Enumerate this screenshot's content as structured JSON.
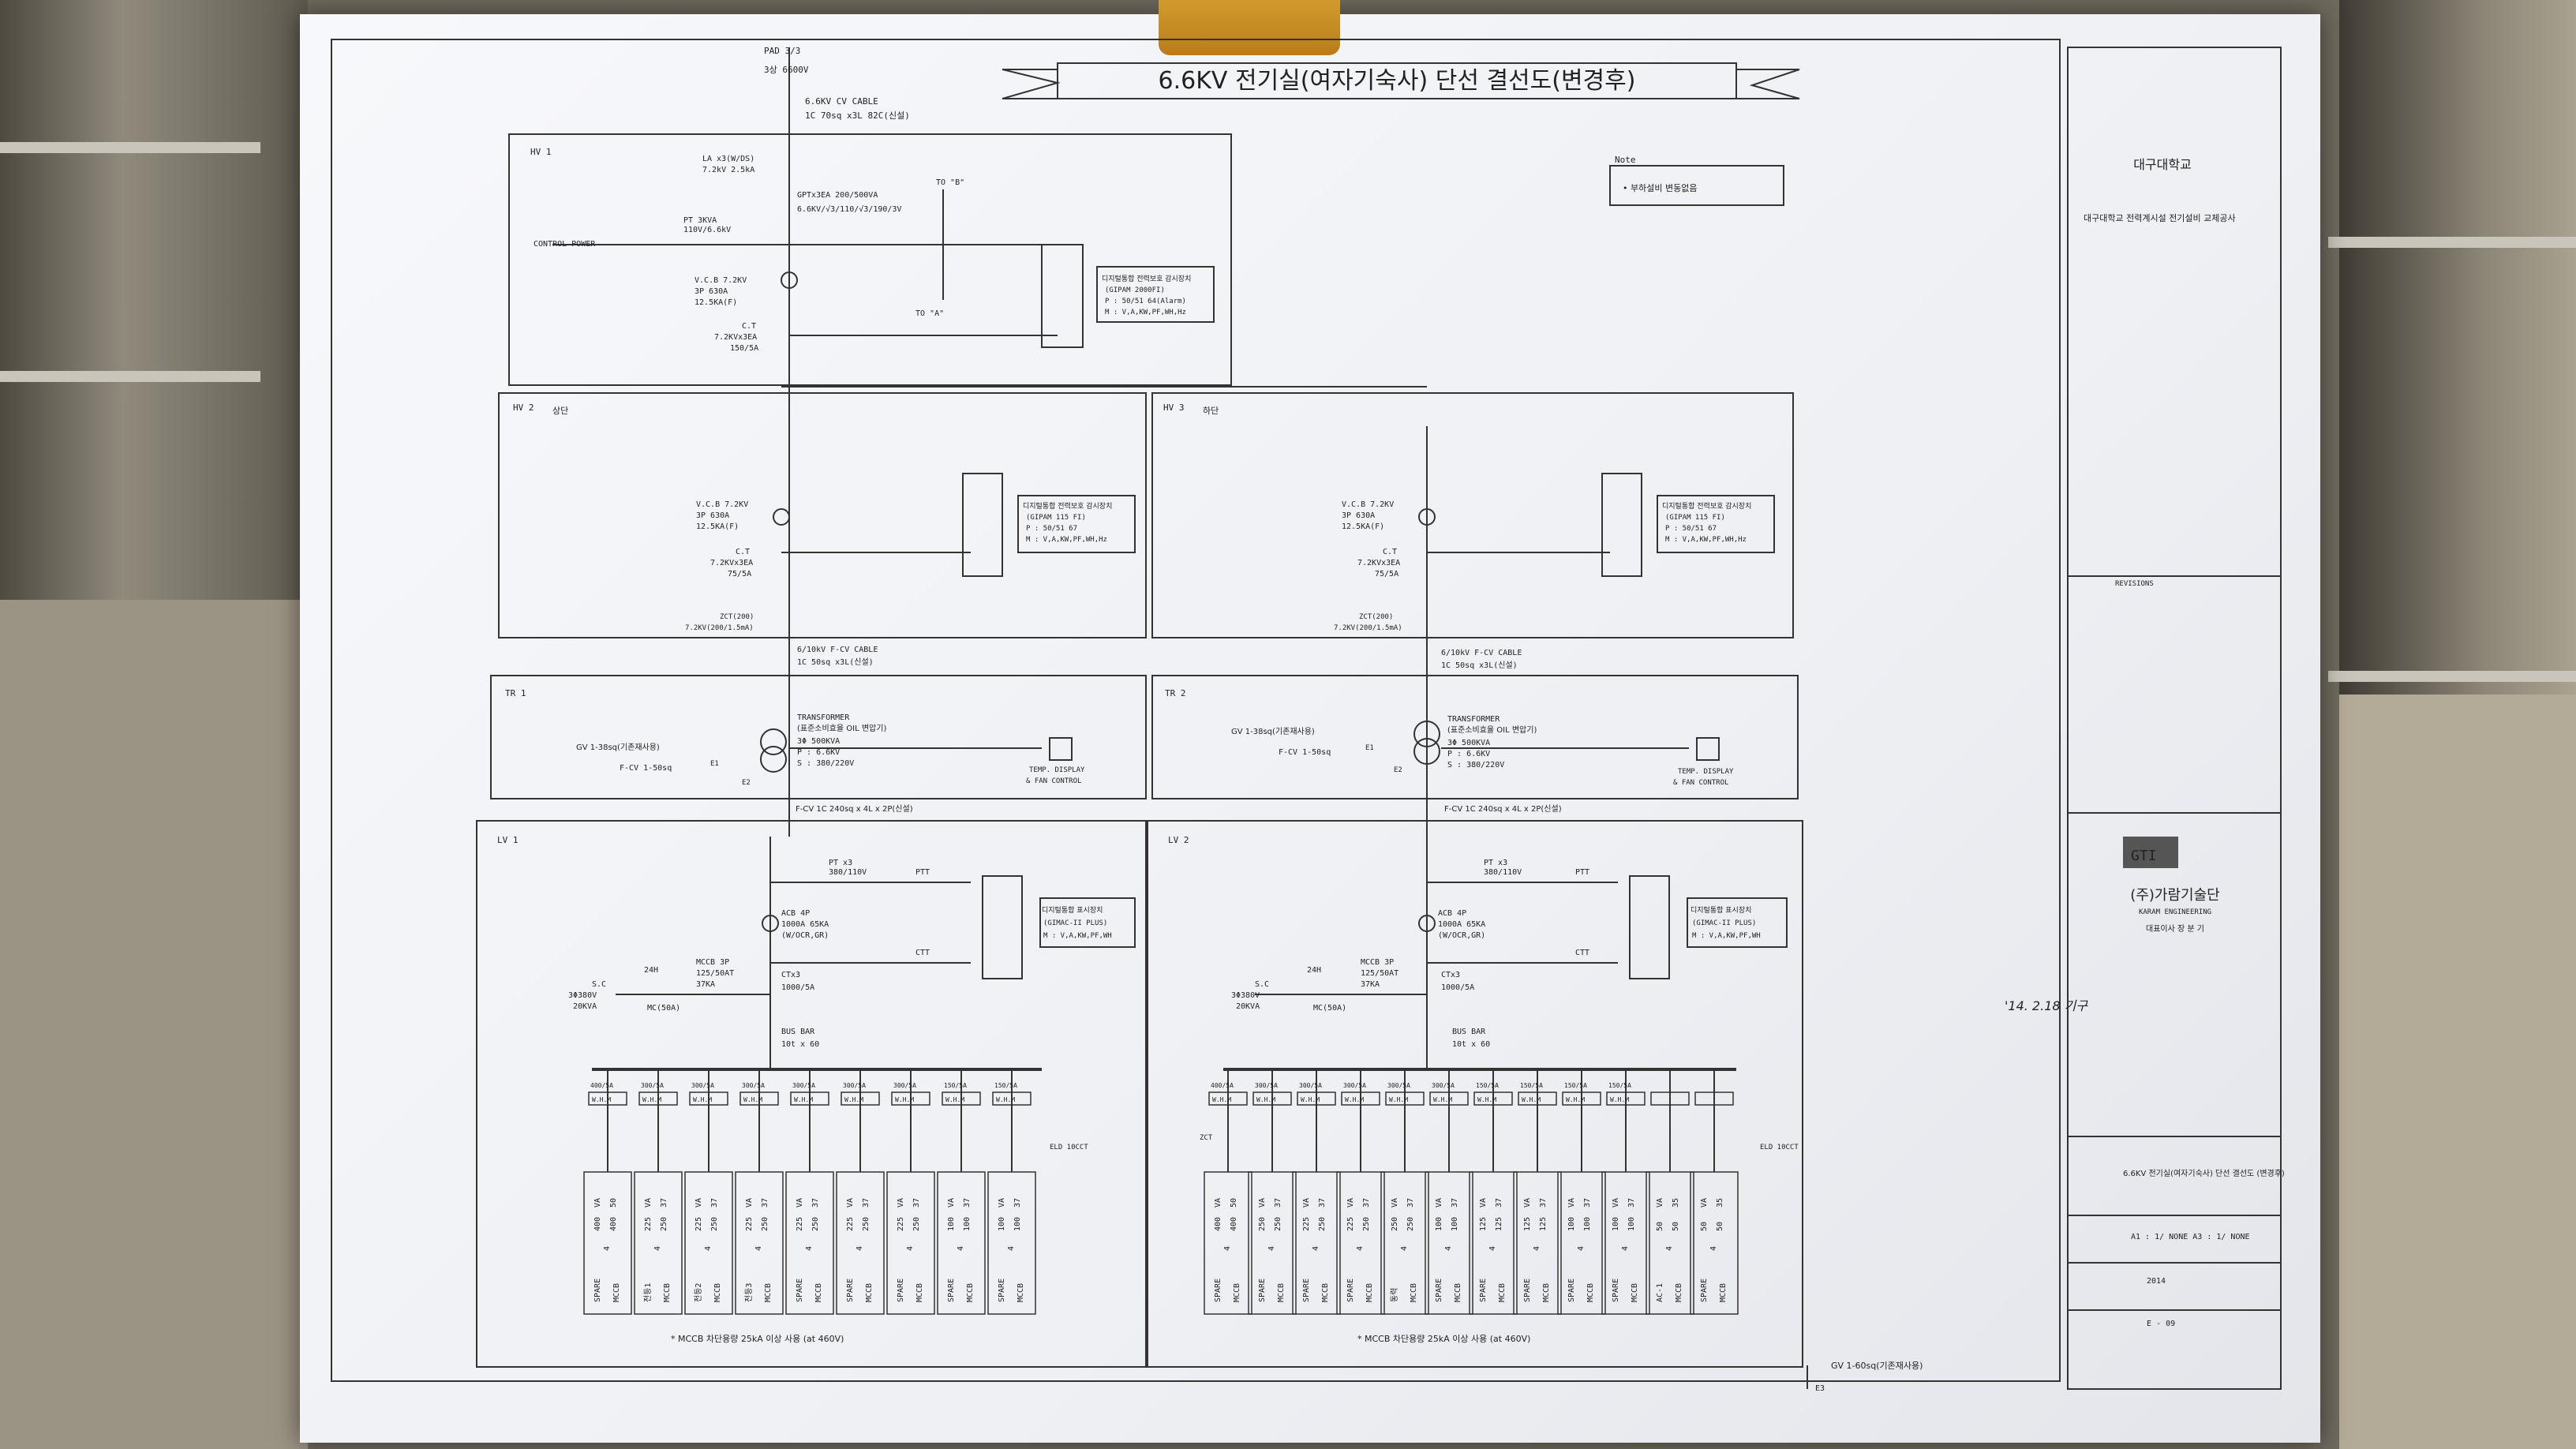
{
  "diagram": {
    "title": "6.6KV 전기실(여자기숙사) 단선 결선도(변경후)",
    "note": {
      "label": "Note",
      "text": "• 부하설비 변동없음"
    },
    "incoming": {
      "pad": "PAD 3/3",
      "pad_spec": "3상 6600V",
      "cable": "6.6KV CV CABLE",
      "cable_spec": "1C 70sq x3L 82C(신설)"
    },
    "hv1": {
      "tag": "HV 1",
      "la": "LA x3(W/DS)",
      "la_spec": "7.2kV 2.5kA",
      "gpt": "GPTx3EA 200/500VA",
      "gpt_ratio": "6.6KV/√3/110/√3/190/3V",
      "control_power": "CONTROL POWER",
      "pt": "PT 3KVA",
      "pt_spec": "110V/6.6kV",
      "vcb": "V.C.B 7.2KV",
      "vcb_a": "3P 630A",
      "vcb_ka": "12.5KA(F)",
      "ct": "C.T",
      "ct_spec": "7.2KVx3EA",
      "ct_ratio": "150/5A",
      "to_b": "TO \"B\"",
      "to_a": "TO \"A\"",
      "meter_title": "디지털통합 전력보호 감시장치",
      "meter_model": "(GIPAM 2000FI)",
      "meter_p": "P : 50/51 64(Alarm)",
      "meter_m": "M : V,A,KW,PF,WH,Hz"
    },
    "hv2": {
      "tag": "HV 2",
      "label": "상단",
      "vcb": "V.C.B 7.2KV",
      "vcb_a": "3P 630A",
      "vcb_ka": "12.5KA(F)",
      "ct": "C.T",
      "ct_spec": "7.2KVx3EA",
      "ct_ratio": "75/5A",
      "zct": "ZCT(200)",
      "zct_spec": "7.2KV(200/1.5mA)",
      "meter_title": "디지털통합 전력보호 감시장치",
      "meter_model": "(GIPAM 115 FI)",
      "meter_p": "P : 50/51 67",
      "meter_m": "M : V,A,KW,PF,WH,Hz",
      "cable": "6/10kV F-CV CABLE",
      "cable_spec": "1C 50sq x3L(신설)"
    },
    "hv3": {
      "tag": "HV 3",
      "label": "하단",
      "vcb": "V.C.B 7.2KV",
      "vcb_a": "3P 630A",
      "vcb_ka": "12.5KA(F)",
      "ct": "C.T",
      "ct_spec": "7.2KVx3EA",
      "ct_ratio": "75/5A",
      "zct": "ZCT(200)",
      "zct_spec": "7.2KV(200/1.5mA)",
      "meter_title": "디지털통합 전력보호 감시장치",
      "meter_model": "(GIPAM 115 FI)",
      "meter_p": "P : 50/51 67",
      "meter_m": "M : V,A,KW,PF,WH,Hz",
      "cable": "6/10kV F-CV CABLE",
      "cable_spec": "1C 50sq x3L(신설)"
    },
    "tr": {
      "tag1": "TR 1",
      "tag2": "TR 2",
      "label": "TRANSFORMER",
      "type": "(표준소비효율 OIL 변압기)",
      "cap": "3Φ 500KVA",
      "p": "P : 6.6KV",
      "s": "S : 380/220V",
      "gv": "GV 1-38sq(기존재사용)",
      "fcv": "F-CV 1-50sq",
      "e1": "E1",
      "e2": "E2",
      "temp": "TEMP. DISPLAY",
      "fan": "& FAN CONTROL",
      "out_cable": "F-CV 1C 240sq x 4L x 2P(신설)"
    },
    "lv": {
      "tag1": "LV 1",
      "tag2": "LV 2",
      "pt": "PT x3",
      "pt_spec": "380/110V",
      "ptt": "PTT",
      "ctt": "CTT",
      "acb": "ACB 4P",
      "acb_spec": "1000A 65KA",
      "acb_trip": "(W/OCR,GR)",
      "ctx3": "CTx3",
      "ctx3_ratio": "1000/5A",
      "mccb": "MCCB 3P",
      "mccb_spec": "125/50AT",
      "mccb_ka": "37KA",
      "sc": "S.C",
      "sc_spec": "3Φ380V",
      "sc_kva": "20KVA",
      "mc": "MC(50A)",
      "timer": "24H",
      "bus": "BUS BAR",
      "bus_spec": "10t x 60",
      "meter_title": "디지털통합 표시장치",
      "meter_model": "(GIMAC-II PLUS)",
      "meter_m": "M : V,A,KW,PF,WH",
      "whm": "W.H.M",
      "zct": "ZCT",
      "eld": "ELD 10CCT",
      "footnote": "* MCCB 차단용량 25kA 이상 사용 (at 460V)",
      "ground": "GV 1-60sq(기존재사용)",
      "e3": "E3"
    },
    "lv1_feeders": [
      {
        "ct": "400/5A",
        "va": "VA",
        "af": "400",
        "at": "400",
        "ka": "50",
        "poles": "4",
        "name": "SPARE",
        "type": "MCCB"
      },
      {
        "ct": "300/5A",
        "va": "VA",
        "af": "225",
        "at": "250",
        "ka": "37",
        "poles": "4",
        "name": "전등1",
        "type": "MCCB"
      },
      {
        "ct": "300/5A",
        "va": "VA",
        "af": "225",
        "at": "250",
        "ka": "37",
        "poles": "4",
        "name": "전등2",
        "type": "MCCB"
      },
      {
        "ct": "300/5A",
        "va": "VA",
        "af": "225",
        "at": "250",
        "ka": "37",
        "poles": "4",
        "name": "전등3",
        "type": "MCCB"
      },
      {
        "ct": "300/5A",
        "va": "VA",
        "af": "225",
        "at": "250",
        "ka": "37",
        "poles": "4",
        "name": "SPARE",
        "type": "MCCB"
      },
      {
        "ct": "300/5A",
        "va": "VA",
        "af": "225",
        "at": "250",
        "ka": "37",
        "poles": "4",
        "name": "SPARE",
        "type": "MCCB"
      },
      {
        "ct": "300/5A",
        "va": "VA",
        "af": "225",
        "at": "250",
        "ka": "37",
        "poles": "4",
        "name": "SPARE",
        "type": "MCCB"
      },
      {
        "ct": "150/5A",
        "va": "VA",
        "af": "100",
        "at": "100",
        "ka": "37",
        "poles": "4",
        "name": "SPARE",
        "type": "MCCB"
      },
      {
        "ct": "150/5A",
        "va": "VA",
        "af": "100",
        "at": "100",
        "ka": "37",
        "poles": "4",
        "name": "SPARE",
        "type": "MCCB"
      }
    ],
    "lv2_feeders": [
      {
        "ct": "400/5A",
        "va": "VA",
        "af": "400",
        "at": "400",
        "ka": "50",
        "poles": "4",
        "name": "SPARE",
        "type": "MCCB"
      },
      {
        "ct": "300/5A",
        "va": "VA",
        "af": "250",
        "at": "250",
        "ka": "37",
        "poles": "4",
        "name": "SPARE",
        "type": "MCCB"
      },
      {
        "ct": "300/5A",
        "va": "VA",
        "af": "225",
        "at": "250",
        "ka": "37",
        "poles": "4",
        "name": "SPARE",
        "type": "MCCB"
      },
      {
        "ct": "300/5A",
        "va": "VA",
        "af": "225",
        "at": "250",
        "ka": "37",
        "poles": "4",
        "name": "SPARE",
        "type": "MCCB"
      },
      {
        "ct": "300/5A",
        "va": "VA",
        "af": "250",
        "at": "250",
        "ka": "37",
        "poles": "4",
        "name": "동력",
        "type": "MCCB"
      },
      {
        "ct": "300/5A",
        "va": "VA",
        "af": "100",
        "at": "100",
        "ka": "37",
        "poles": "4",
        "name": "SPARE",
        "type": "MCCB"
      },
      {
        "ct": "150/5A",
        "va": "VA",
        "af": "125",
        "at": "125",
        "ka": "37",
        "poles": "4",
        "name": "SPARE",
        "type": "MCCB"
      },
      {
        "ct": "150/5A",
        "va": "VA",
        "af": "125",
        "at": "125",
        "ka": "37",
        "poles": "4",
        "name": "SPARE",
        "type": "MCCB"
      },
      {
        "ct": "150/5A",
        "va": "VA",
        "af": "100",
        "at": "100",
        "ka": "37",
        "poles": "4",
        "name": "SPARE",
        "type": "MCCB"
      },
      {
        "ct": "150/5A",
        "va": "VA",
        "af": "100",
        "at": "100",
        "ka": "37",
        "poles": "4",
        "name": "SPARE",
        "type": "MCCB"
      },
      {
        "ct": "",
        "va": "VA",
        "af": "50",
        "at": "50",
        "ka": "35",
        "poles": "4",
        "name": "AC-1",
        "type": "MCCB"
      },
      {
        "ct": "",
        "va": "VA",
        "af": "50",
        "at": "50",
        "ka": "35",
        "poles": "4",
        "name": "SPARE",
        "type": "MCCB"
      }
    ]
  },
  "title_block": {
    "client": "대구대학교",
    "project": "대구대학교 전력계시설 전기설비 교체공사",
    "revisions_label": "REVISIONS",
    "company": "(주)가람기술단",
    "company_en": "KARAM ENGINEERING",
    "ceo": "대표이사 장 분 기",
    "drawing_title": "6.6KV 전기실(여자기숙사) 단선 결선도 (변경후)",
    "scale": "A1 : 1/ NONE\nA3 : 1/ NONE",
    "date": "2014",
    "drawing_no": "E - 09",
    "handwritten": "'14. 2.18 기구"
  }
}
